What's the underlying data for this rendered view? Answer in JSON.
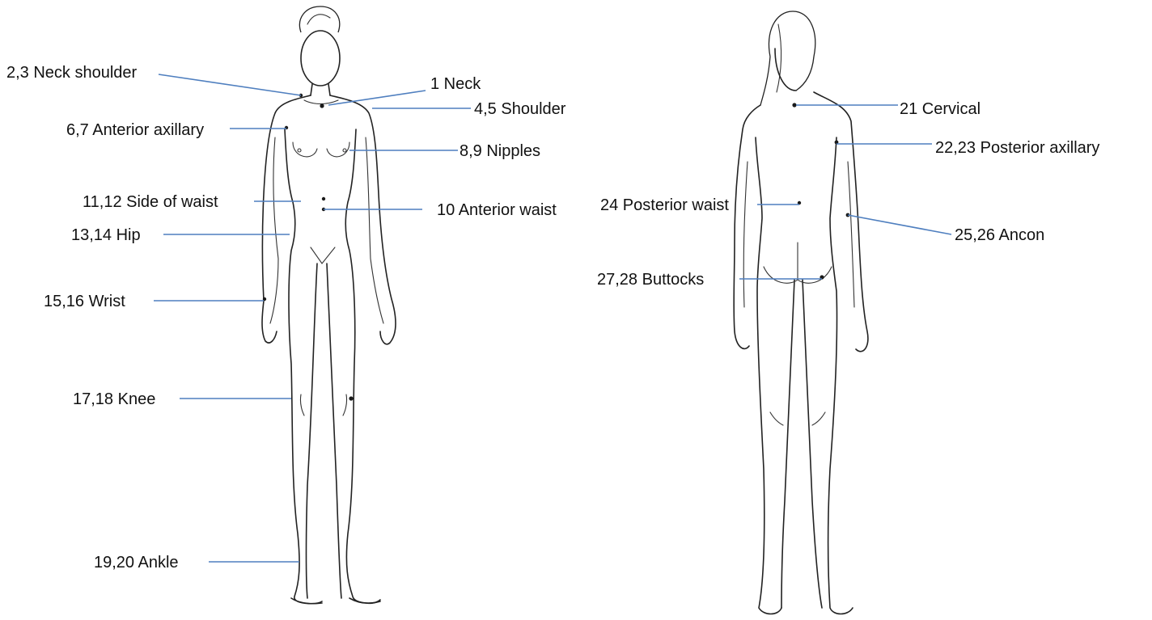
{
  "landmarks": [
    {
      "id": "neck",
      "label": "1 Neck"
    },
    {
      "id": "neck-shoulder",
      "label": "2,3 Neck shoulder"
    },
    {
      "id": "shoulder",
      "label": "4,5 Shoulder"
    },
    {
      "id": "anterior-axillary",
      "label": "6,7 Anterior axillary"
    },
    {
      "id": "nipples",
      "label": "8,9 Nipples"
    },
    {
      "id": "anterior-waist",
      "label": "10 Anterior waist"
    },
    {
      "id": "side-of-waist",
      "label": "11,12 Side of waist"
    },
    {
      "id": "hip",
      "label": "13,14 Hip"
    },
    {
      "id": "wrist",
      "label": "15,16 Wrist"
    },
    {
      "id": "knee",
      "label": "17,18 Knee"
    },
    {
      "id": "ankle",
      "label": "19,20 Ankle"
    },
    {
      "id": "cervical",
      "label": "21 Cervical"
    },
    {
      "id": "posterior-axillary",
      "label": "22,23 Posterior axillary"
    },
    {
      "id": "posterior-waist",
      "label": "24 Posterior waist"
    },
    {
      "id": "ancon",
      "label": "25,26 Ancon"
    },
    {
      "id": "buttocks",
      "label": "27,28 Buttocks"
    }
  ],
  "colors": {
    "leader_line": "#4f7fbf",
    "outline": "#222222",
    "marker": "#1a1a1a",
    "background": "#ffffff"
  }
}
